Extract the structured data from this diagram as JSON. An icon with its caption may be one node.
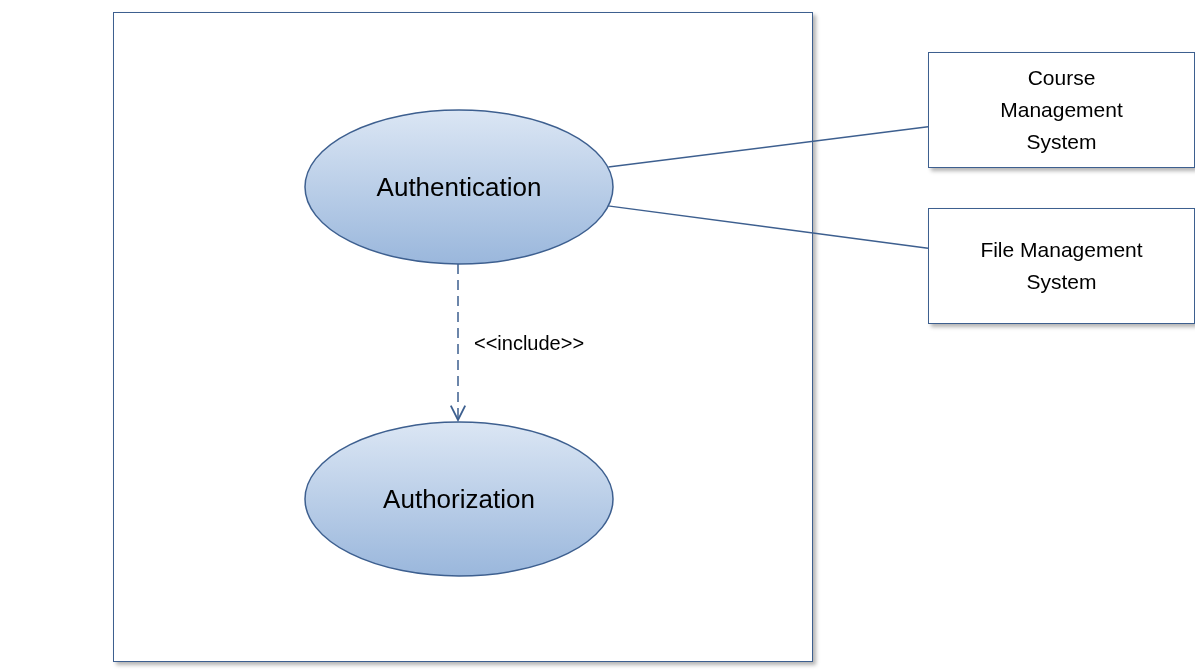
{
  "diagram": {
    "nodes": [
      {
        "text": [],
        "shape": "box"
      },
      {
        "text": [
          "Authentication"
        ],
        "in": 0
      },
      {
        "text": [
          "Authorization"
        ],
        "in": 0
      },
      {
        "text": [
          "Course Management System"
        ]
      },
      {
        "text": [
          "File Management System"
        ]
      }
    ],
    "edges": [
      {
        "from": 1,
        "to": 3,
        "arrow": "none"
      },
      {
        "from": 1,
        "to": 4,
        "arrow": "none"
      },
      {
        "from": 1,
        "to": 2,
        "arrow": "to",
        "style": "dashed",
        "label": "<<include>>"
      }
    ]
  }
}
